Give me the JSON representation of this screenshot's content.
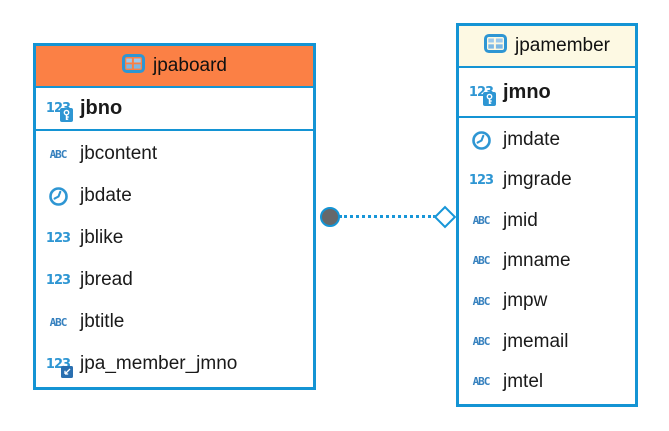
{
  "tables": [
    {
      "name": "jpaboard",
      "header_bg": "#fb8045",
      "header_icon": "table-icon",
      "columns": [
        {
          "name": "jbno",
          "type": "number",
          "icon": "numeric-123-icon",
          "key": "primary"
        },
        {
          "name": "jbcontent",
          "type": "string",
          "icon": "text-abc-icon",
          "key": null
        },
        {
          "name": "jbdate",
          "type": "datetime",
          "icon": "datetime-clock-icon",
          "key": null
        },
        {
          "name": "jblike",
          "type": "number",
          "icon": "numeric-123-icon",
          "key": null
        },
        {
          "name": "jbread",
          "type": "number",
          "icon": "numeric-123-icon",
          "key": null
        },
        {
          "name": "jbtitle",
          "type": "string",
          "icon": "text-abc-icon",
          "key": null
        },
        {
          "name": "jpa_member_jmno",
          "type": "number",
          "icon": "numeric-123-icon",
          "key": "foreign"
        }
      ]
    },
    {
      "name": "jpamember",
      "header_bg": "#fdf9e3",
      "header_icon": "table-icon",
      "columns": [
        {
          "name": "jmno",
          "type": "number",
          "icon": "numeric-123-icon",
          "key": "primary"
        },
        {
          "name": "jmdate",
          "type": "datetime",
          "icon": "datetime-clock-icon",
          "key": null
        },
        {
          "name": "jmgrade",
          "type": "number",
          "icon": "numeric-123-icon",
          "key": null
        },
        {
          "name": "jmid",
          "type": "string",
          "icon": "text-abc-icon",
          "key": null
        },
        {
          "name": "jmname",
          "type": "string",
          "icon": "text-abc-icon",
          "key": null
        },
        {
          "name": "jmpw",
          "type": "string",
          "icon": "text-abc-icon",
          "key": null
        },
        {
          "name": "jmemail",
          "type": "string",
          "icon": "text-abc-icon",
          "key": null
        },
        {
          "name": "jmtel",
          "type": "string",
          "icon": "text-abc-icon",
          "key": null
        }
      ]
    }
  ],
  "relationship": {
    "from_table": "jpaboard",
    "to_table": "jpamember",
    "from_marker": "filled-circle",
    "to_marker": "open-diamond",
    "line_style": "dotted"
  },
  "colors": {
    "box_border": "#1494d4",
    "orange_header": "#fb8045",
    "cream_header": "#fdf9e3",
    "icon_blue": "#2e96d3",
    "abc_blue": "#3580be",
    "fk_badge_blue": "#2a6fb0",
    "circle_gray": "#66686a",
    "line_blue": "#1796d8",
    "text": "#1a1a1a"
  }
}
